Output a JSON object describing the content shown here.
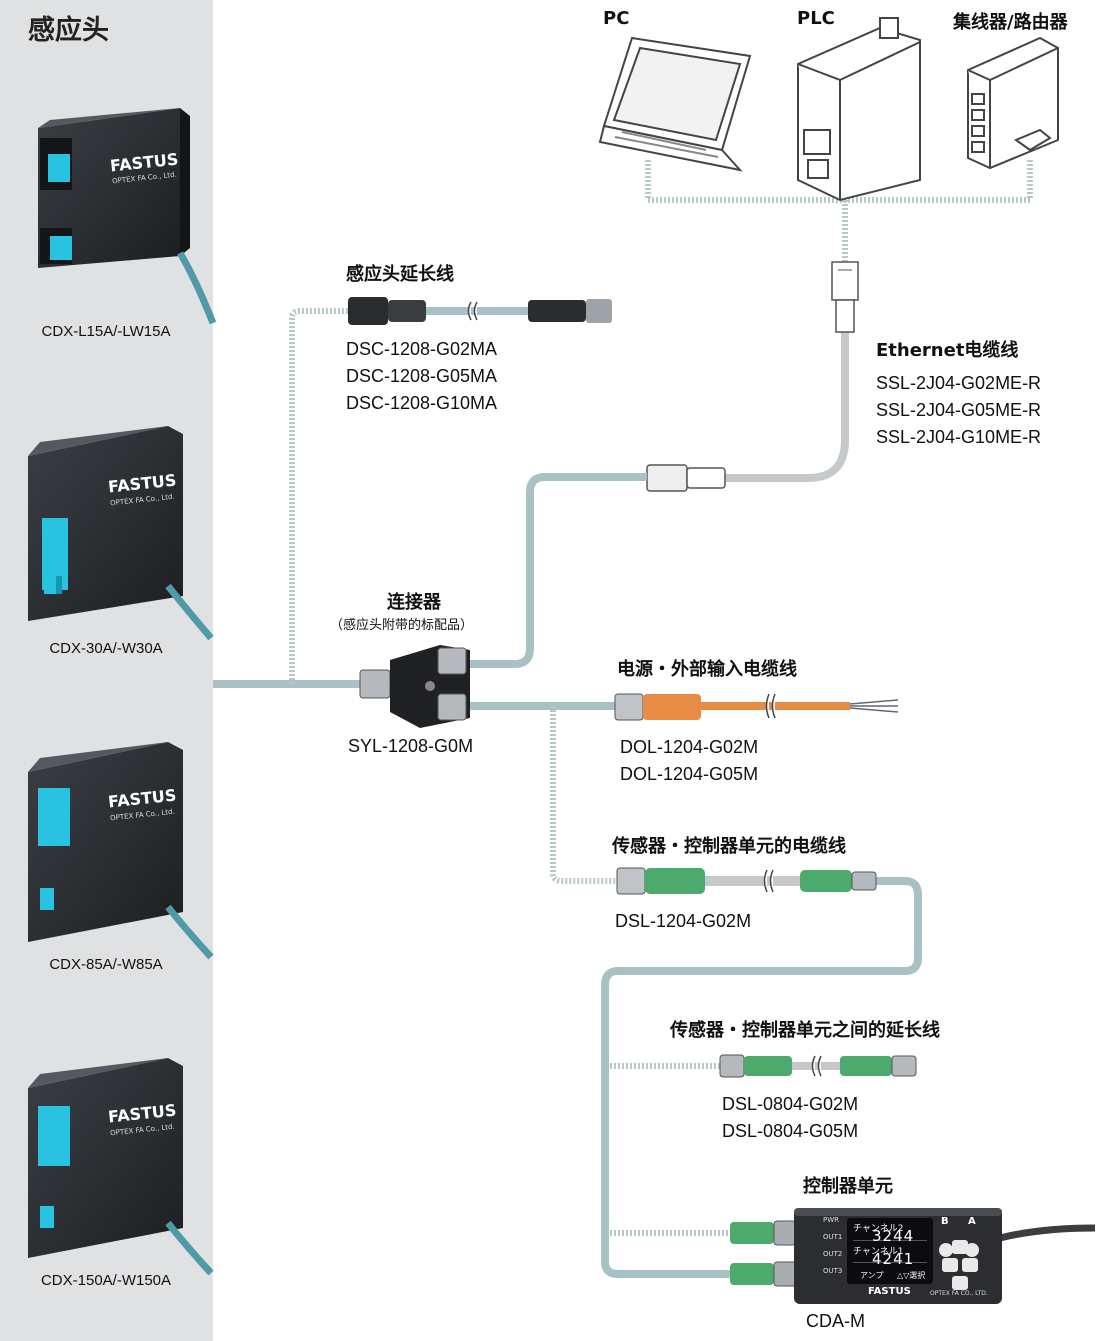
{
  "sidebar": {
    "title": "感应头",
    "heads": [
      {
        "model": "CDX-L15A/-LW15A"
      },
      {
        "model": "CDX-30A/-W30A"
      },
      {
        "model": "CDX-85A/-W85A"
      },
      {
        "model": "CDX-150A/-W150A"
      }
    ],
    "brand": "FASTUS",
    "brand_sub": "OPTEX FA Co., Ltd."
  },
  "devices": {
    "pc": "PC",
    "plc": "PLC",
    "hub": "集线器/路由器"
  },
  "ethernet_cable": {
    "title": "Ethernet电缆线",
    "models": [
      "SSL-2J04-G02ME-R",
      "SSL-2J04-G05ME-R",
      "SSL-2J04-G10ME-R"
    ]
  },
  "head_extension": {
    "title": "感应头延长线",
    "models": [
      "DSC-1208-G02MA",
      "DSC-1208-G05MA",
      "DSC-1208-G10MA"
    ]
  },
  "connector": {
    "title": "连接器",
    "note": "（感应头附带的标配品）",
    "model": "SYL-1208-G0M"
  },
  "power_cable": {
    "title": "电源・外部输入电缆线",
    "models": [
      "DOL-1204-G02M",
      "DOL-1204-G05M"
    ]
  },
  "sensor_cable": {
    "title": "传感器・控制器单元的电缆线",
    "model": "DSL-1204-G02M"
  },
  "sensor_extension": {
    "title": "传感器・控制器单元之间的延长线",
    "models": [
      "DSL-0804-G02M",
      "DSL-0804-G05M"
    ]
  },
  "controller": {
    "title": "控制器单元",
    "model": "CDA-M",
    "screen_line1": "チャンネル2",
    "screen_value1": "3244",
    "screen_line2": "チャンネル1",
    "screen_value2": "4241",
    "screen_footer": "△▽選択",
    "screen_footer_left": "アンプ",
    "btn_b": "B",
    "btn_a": "A",
    "ind_pwr": "PWR",
    "ind_out1": "OUT1",
    "ind_out2": "OUT2",
    "ind_out3": "OUT3",
    "brand": "FASTUS",
    "brand_sub": "OPTEX FA CO., LTD."
  },
  "colors": {
    "sidebar_bg": "#dfe1e3",
    "cable_teal": "#a7c1c5",
    "cable_orange": "#e88c45",
    "cable_green": "#4caa6c",
    "sensor_window": "#29c3e2"
  }
}
